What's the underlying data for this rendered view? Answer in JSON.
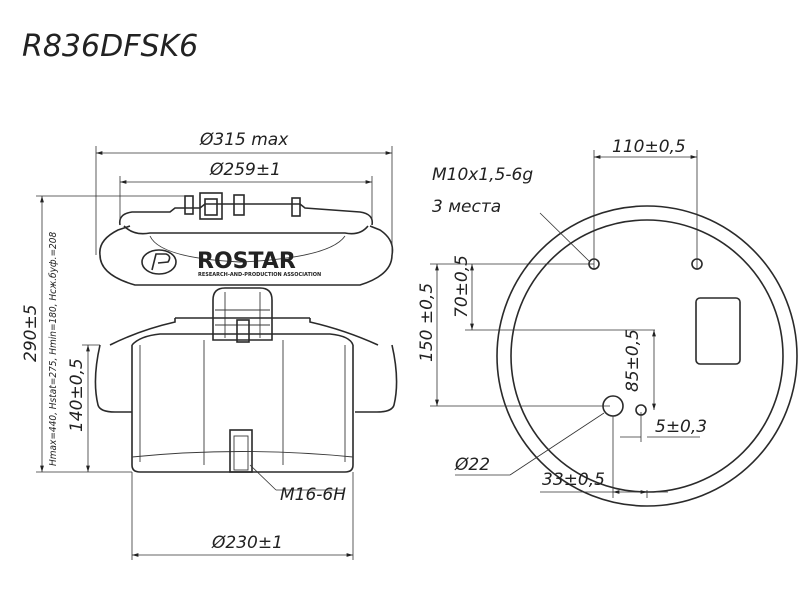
{
  "title": "R836DFSK6",
  "logo": {
    "text": "ROSTAR",
    "tagline": "RESEARCH-AND-PRODUCTION ASSOCIATION"
  },
  "dims": {
    "d315": "Ø315 max",
    "d259": "Ø259±1",
    "d230": "Ø230±1",
    "h290": "290±5",
    "h140": "140±0,5",
    "heights": "Hmax=440, Hstat=275, Hmin=180, Hcж.буф.=208",
    "m16": "M16-6H",
    "m10": "M10x1,5-6g",
    "m10_qty": "3 места",
    "d110": "110±0,5",
    "d150": "150 ±0,5",
    "d70": "70±0,5",
    "d85": "85±0,5",
    "d5": "5±0,3",
    "d22": "Ø22",
    "d33": "33±0,5"
  }
}
